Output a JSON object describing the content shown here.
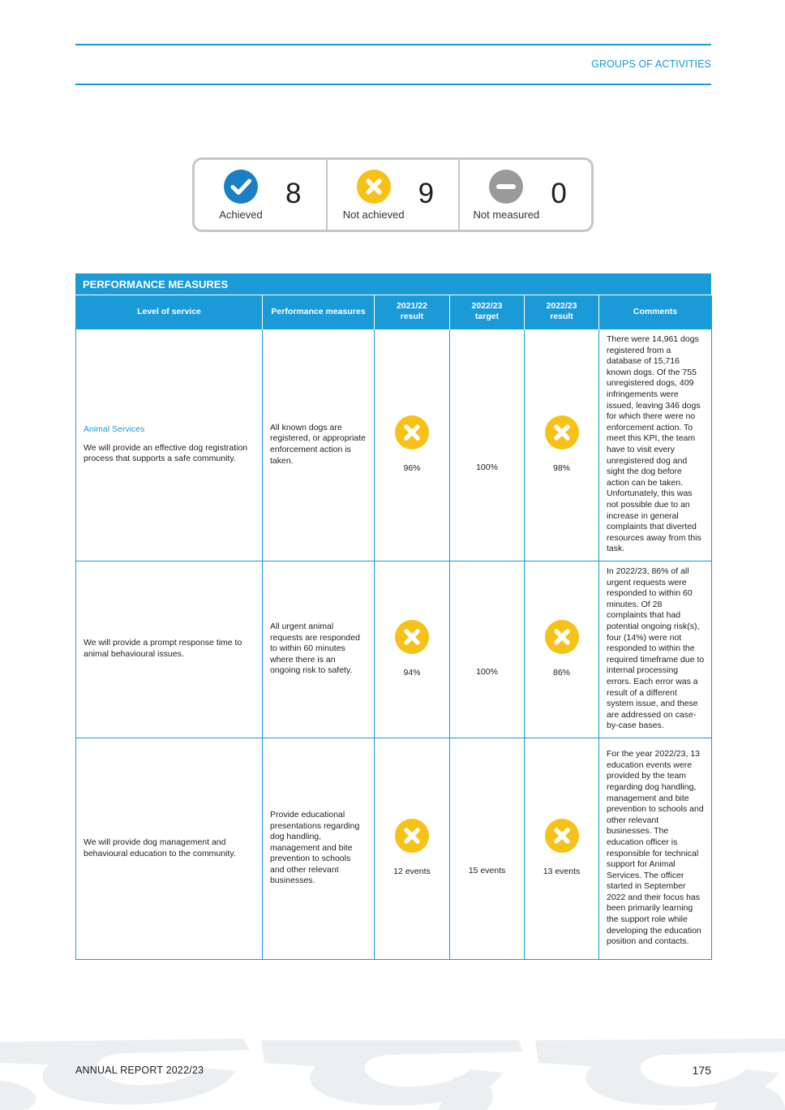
{
  "header": {
    "section_title": "GROUPS OF ACTIVITIES"
  },
  "summary": [
    {
      "icon": "check-circle-icon",
      "color": "#1a7fc4",
      "count": "8",
      "label": "Achieved"
    },
    {
      "icon": "x-circle-icon",
      "color": "#f6c218",
      "count": "9",
      "label": "Not achieved"
    },
    {
      "icon": "minus-circle-icon",
      "color": "#9a9a9a",
      "count": "0",
      "label": "Not measured"
    }
  ],
  "table": {
    "banner": "PERFORMANCE MEASURES",
    "columns": {
      "level": "Level of service",
      "measures": "Performance measures",
      "prior_result": "2021/22\nresult",
      "target": "2022/23\ntarget",
      "result": "2022/23\nresult",
      "comments": "Comments"
    },
    "rows": [
      {
        "category": "Animal Services",
        "level": "We will provide an effective dog registration process that supports a safe community.",
        "measure": "All known dogs are registered, or appropriate enforcement action is taken.",
        "prior_result": "96%",
        "prior_status": "not-achieved",
        "target": "100%",
        "result": "98%",
        "result_status": "not-achieved",
        "comment": "There were 14,961 dogs registered from a database of 15,716 known dogs. Of the 755 unregistered dogs, 409 infringements were issued, leaving 346 dogs for which there were no enforcement action. To meet this KPI, the team have to visit every unregistered dog and sight the dog before action can be taken. Unfortunately, this was not possible due to an increase in general complaints that diverted resources away from this task."
      },
      {
        "category": "",
        "level": "We will provide a prompt response time to animal behavioural issues.",
        "measure": "All urgent animal requests are responded to within 60 minutes where there is an ongoing risk to safety.",
        "prior_result": "94%",
        "prior_status": "not-achieved",
        "target": "100%",
        "result": "86%",
        "result_status": "not-achieved",
        "comment": "In 2022/23, 86% of all urgent requests were responded to within 60 minutes. Of 28 complaints that had potential ongoing risk(s), four (14%) were not responded to within the required timeframe due to internal processing errors. Each error was a result of a different system issue, and these are addressed on case-by-case bases."
      },
      {
        "category": "",
        "level": "We will provide dog management and behavioural education to the community.",
        "measure": "Provide educational presentations regarding dog handling, management and bite prevention to schools and other relevant businesses.",
        "prior_result": "12 events",
        "prior_status": "not-achieved",
        "target": "15 events",
        "result": "13 events",
        "result_status": "not-achieved",
        "comment": "For the year 2022/23, 13 education events were provided by the team regarding dog handling, management and bite prevention to schools and other relevant businesses. The education officer is responsible for technical support for Animal Services. The officer started in September 2022 and their focus has been primarily learning the support role while developing the education position and contacts."
      }
    ]
  },
  "footer": {
    "left": "ANNUAL REPORT 2022/23",
    "page_number": "175"
  }
}
